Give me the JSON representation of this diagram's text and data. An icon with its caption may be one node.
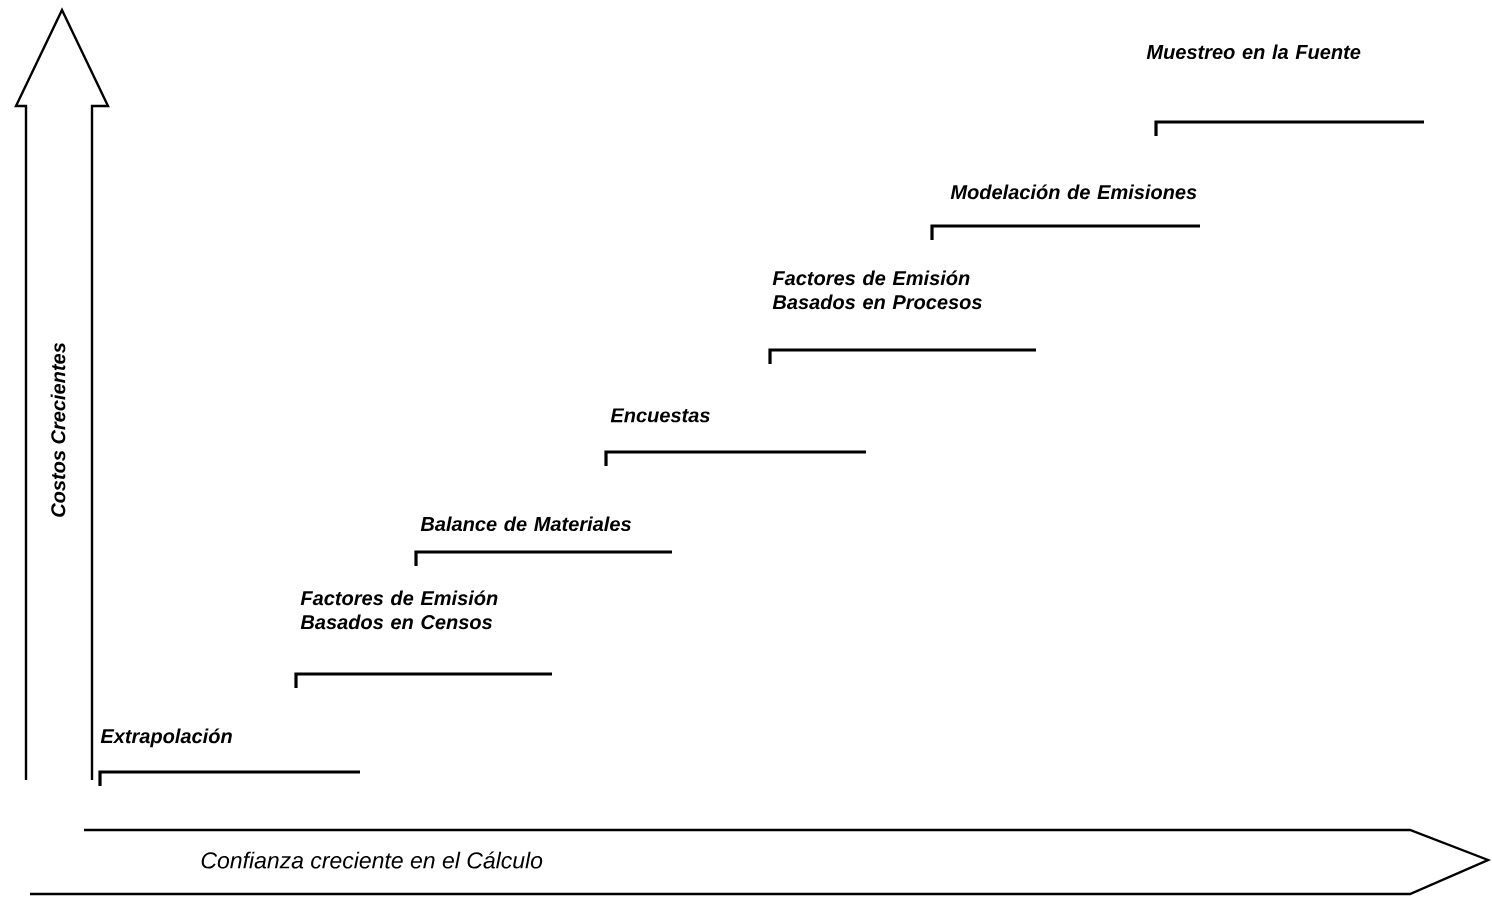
{
  "diagram": {
    "labels": [
      "Costos Crecientes",
      "Extrapolación",
      "Factores de Emisión Basados en Censos",
      "Balance de Materiales",
      "Encuestas",
      "Factores de Emisión Basados en Procesos",
      "Modelación de Emisiones",
      "Muestreo en la Fuente",
      "Confianza creciente en el Cálculo"
    ]
  }
}
